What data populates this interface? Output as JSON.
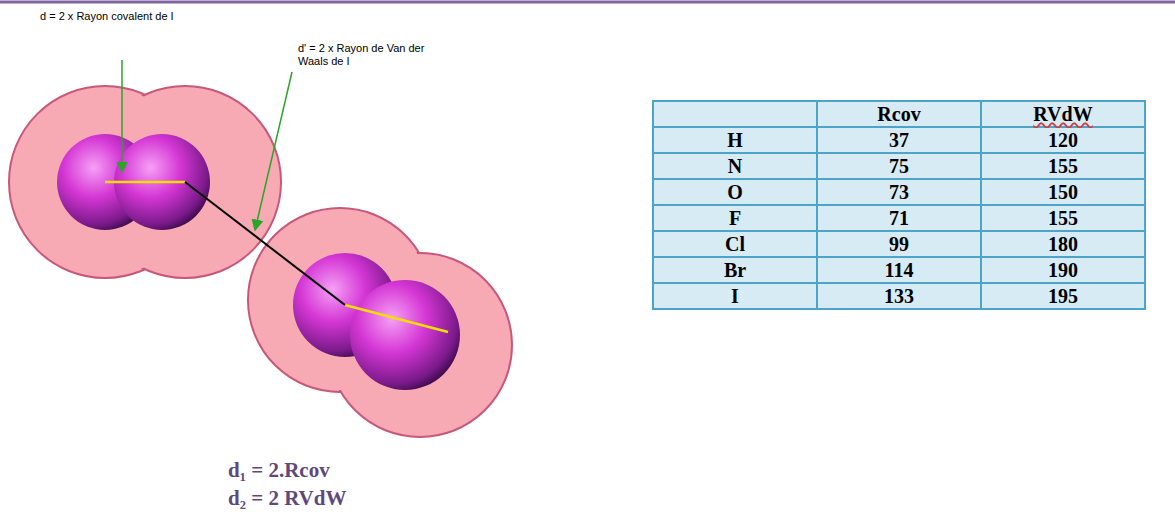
{
  "diagram": {
    "labels": [
      "d = 2 x Rayon covalent de I",
      "d' = 2 x Rayon de Van der Waals de I",
      "d₁ = 2.Rcov",
      "d₂ = 2 RVdW",
      "Rcov",
      "RVdW",
      "H",
      "37",
      "120",
      "N",
      "75",
      "155",
      "O",
      "73",
      "150",
      "F",
      "71",
      "155",
      "Cl",
      "99",
      "180",
      "Br",
      "114",
      "190",
      "I",
      "133",
      "195"
    ]
  }
}
